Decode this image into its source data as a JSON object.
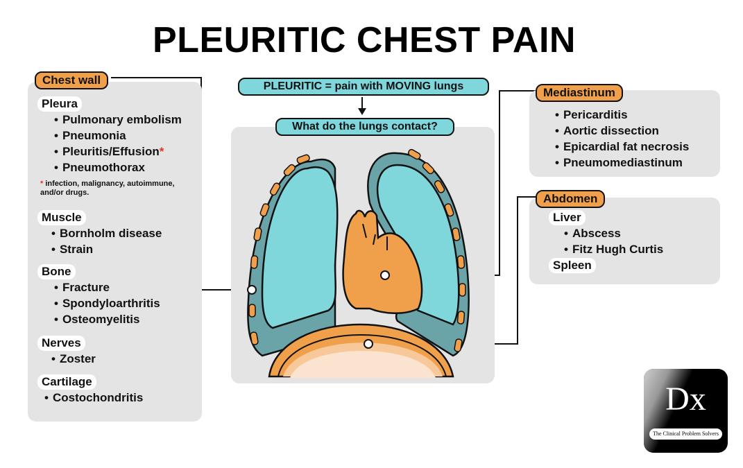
{
  "title": "PLEURITIC CHEST PAIN",
  "flow": {
    "definition": "PLEURITIC = pain with MOVING lungs",
    "question": "What do the lungs contact?"
  },
  "chest_wall": {
    "label": "Chest wall",
    "sections": [
      {
        "name": "Pleura",
        "items": [
          "Pulmonary embolism",
          "Pneumonia",
          "Pleuritis/Effusion",
          "Pneumothorax"
        ],
        "starred_item_index": 2
      },
      {
        "name": "Muscle",
        "items": [
          "Bornholm disease",
          "Strain"
        ]
      },
      {
        "name": "Bone",
        "items": [
          "Fracture",
          "Spondyloarthritis",
          "Osteomyelitis"
        ]
      },
      {
        "name": "Nerves",
        "items": [
          "Zoster"
        ]
      },
      {
        "name": "Cartilage",
        "items": [
          "Costochondritis"
        ]
      }
    ],
    "footnote_marker": "*",
    "footnote": "infection, malignancy, autoimmune, and/or drugs."
  },
  "mediastinum": {
    "label": "Mediastinum",
    "items": [
      "Pericarditis",
      "Aortic dissection",
      "Epicardial fat necrosis",
      "Pneumomediastinum"
    ]
  },
  "abdomen": {
    "label": "Abdomen",
    "sections": [
      {
        "name": "Liver",
        "items": [
          "Abscess",
          "Fitz Hugh Curtis"
        ]
      },
      {
        "name": "Spleen",
        "items": []
      }
    ]
  },
  "logo": {
    "mark": "Dx",
    "caption": "The Clinical Problem Solvers"
  },
  "colors": {
    "orange": "#f0a04b",
    "teal": "#7fd7dc",
    "pleura": "#6aa3a8",
    "panel": "#e4e4e4"
  }
}
